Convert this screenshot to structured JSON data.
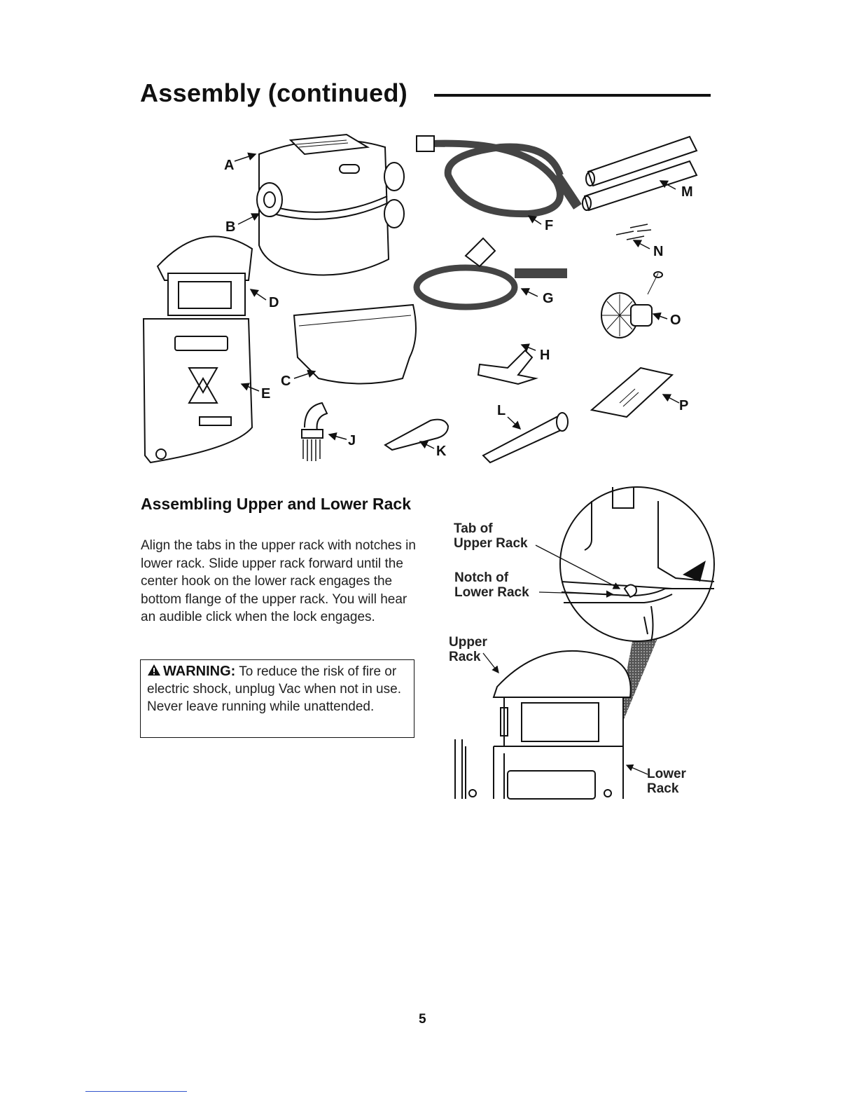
{
  "header": {
    "title": "Assembly (continued)"
  },
  "parts_figure": {
    "labels": [
      "A",
      "B",
      "C",
      "D",
      "E",
      "F",
      "G",
      "H",
      "J",
      "K",
      "L",
      "M",
      "N",
      "O",
      "P"
    ]
  },
  "section": {
    "heading": "Assembling Upper and Lower Rack",
    "body": "Align the tabs in the upper rack with notches in lower rack. Slide upper rack forward until the center hook on the lower rack engages the bottom flange of the upper rack. You will hear an audible click when the lock engages."
  },
  "warning": {
    "label": "WARNING:",
    "text": "To reduce the risk of fire or electric shock, unplug Vac when not in use. Never leave running while unattended."
  },
  "detail_figure": {
    "tab_label_1": "Tab of",
    "tab_label_2": "Upper Rack",
    "notch_label_1": "Notch of",
    "notch_label_2": "Lower Rack",
    "upper_label_1": "Upper",
    "upper_label_2": "Rack",
    "lower_label_1": "Lower",
    "lower_label_2": "Rack"
  },
  "footer": {
    "page_number": "5"
  }
}
